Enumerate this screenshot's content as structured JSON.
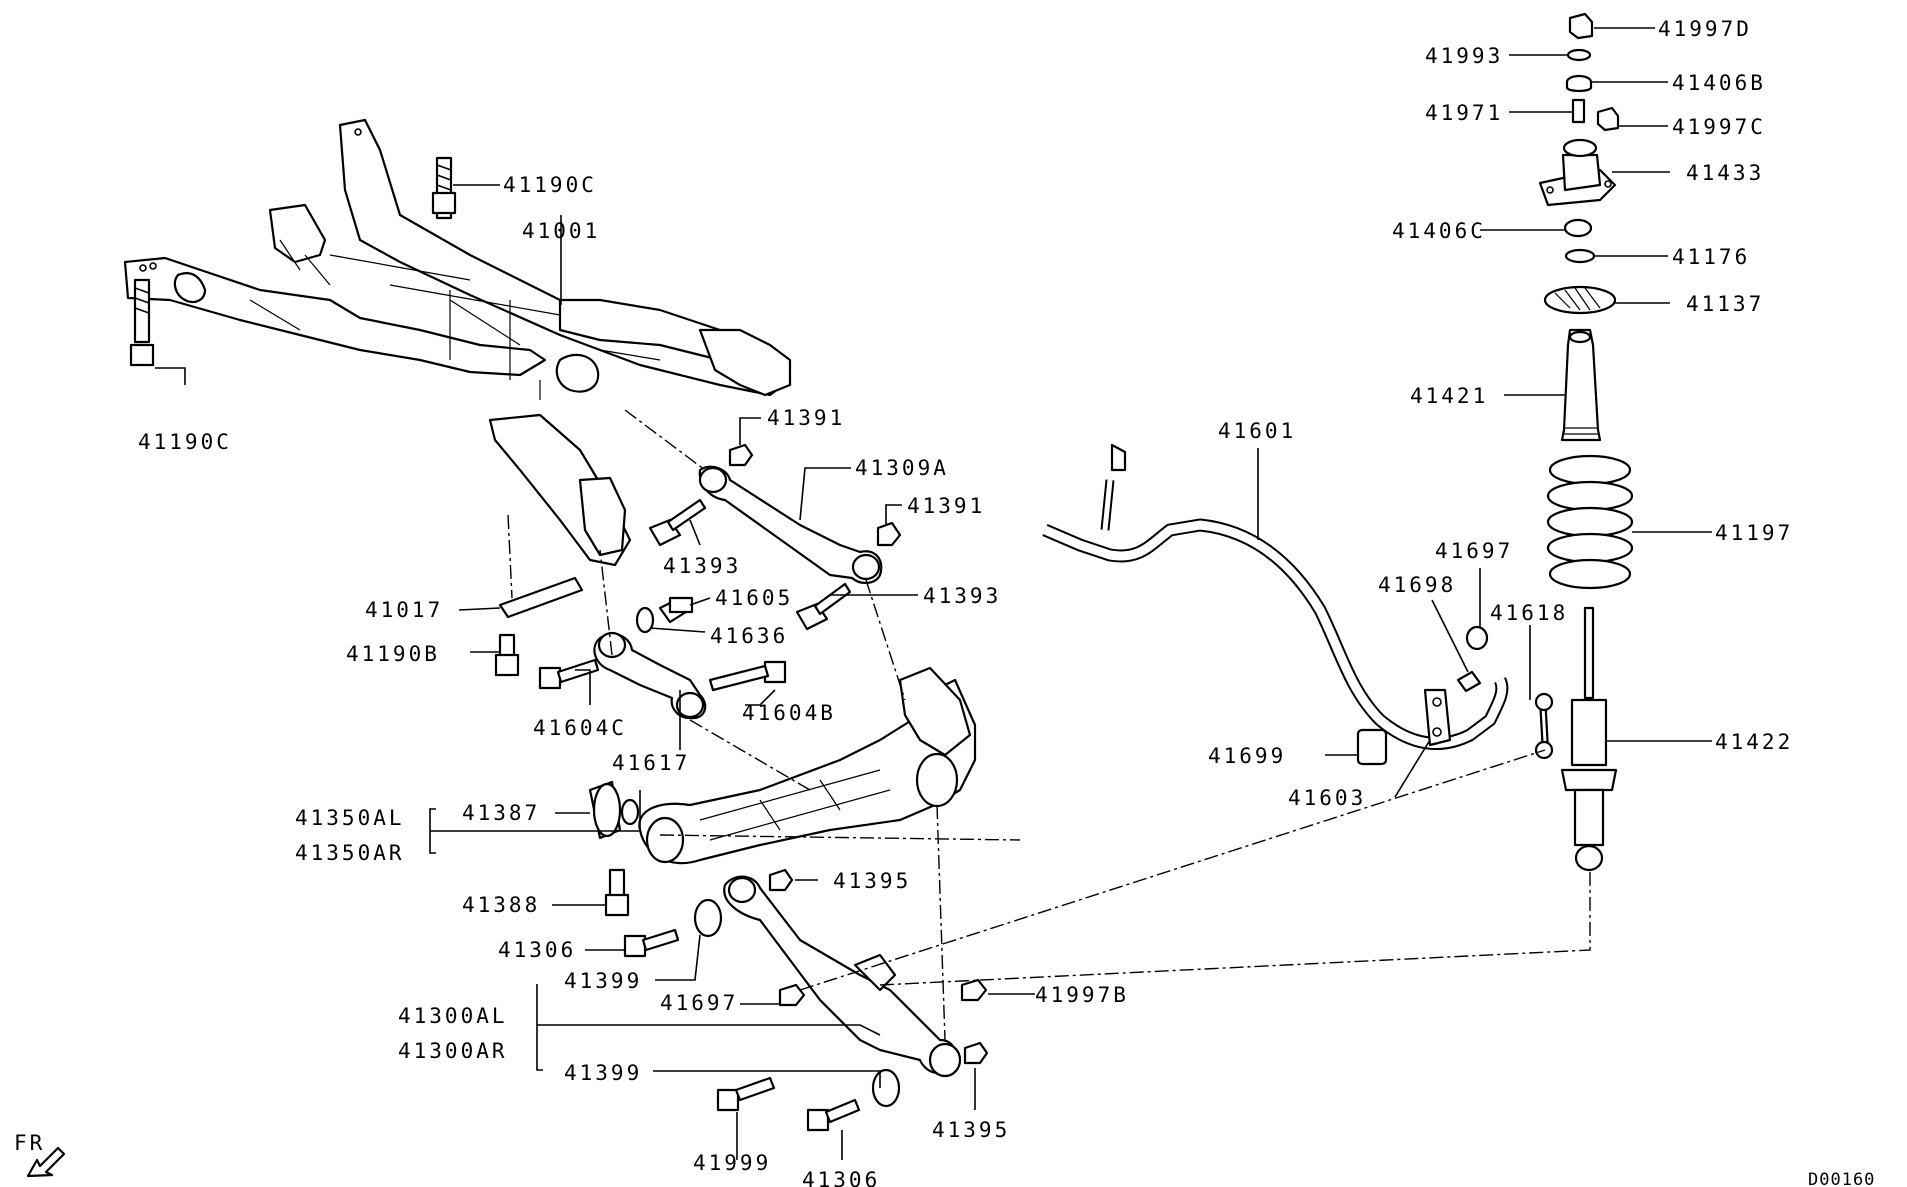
{
  "figure_id": "D00160",
  "direction_marker": "FR",
  "callouts": {
    "p41190C_top": "41190C",
    "p41001": "41001",
    "p41190C_left": "41190C",
    "p41391_a": "41391",
    "p41309A": "41309A",
    "p41391_b": "41391",
    "p41393_a": "41393",
    "p41393_b": "41393",
    "p41605": "41605",
    "p41636": "41636",
    "p41017": "41017",
    "p41190B": "41190B",
    "p41604C": "41604C",
    "p41604B": "41604B",
    "p41617": "41617",
    "p41350AL": "41350AL",
    "p41350AR": "41350AR",
    "p41387": "41387",
    "p41388": "41388",
    "p41395_a": "41395",
    "p41306_a": "41306",
    "p41399_a": "41399",
    "p41697_a": "41697",
    "p41997B": "41997B",
    "p41300AL": "41300AL",
    "p41300AR": "41300AR",
    "p41399_b": "41399",
    "p41395_b": "41395",
    "p41999": "41999",
    "p41306_b": "41306",
    "p41601": "41601",
    "p41697_b": "41697",
    "p41698": "41698",
    "p41618": "41618",
    "p41699": "41699",
    "p41603": "41603",
    "p41997D": "41997D",
    "p41993": "41993",
    "p41406B": "41406B",
    "p41971": "41971",
    "p41997C": "41997C",
    "p41433": "41433",
    "p41406C": "41406C",
    "p41176": "41176",
    "p41137": "41137",
    "p41421": "41421",
    "p41197": "41197",
    "p41422": "41422"
  }
}
